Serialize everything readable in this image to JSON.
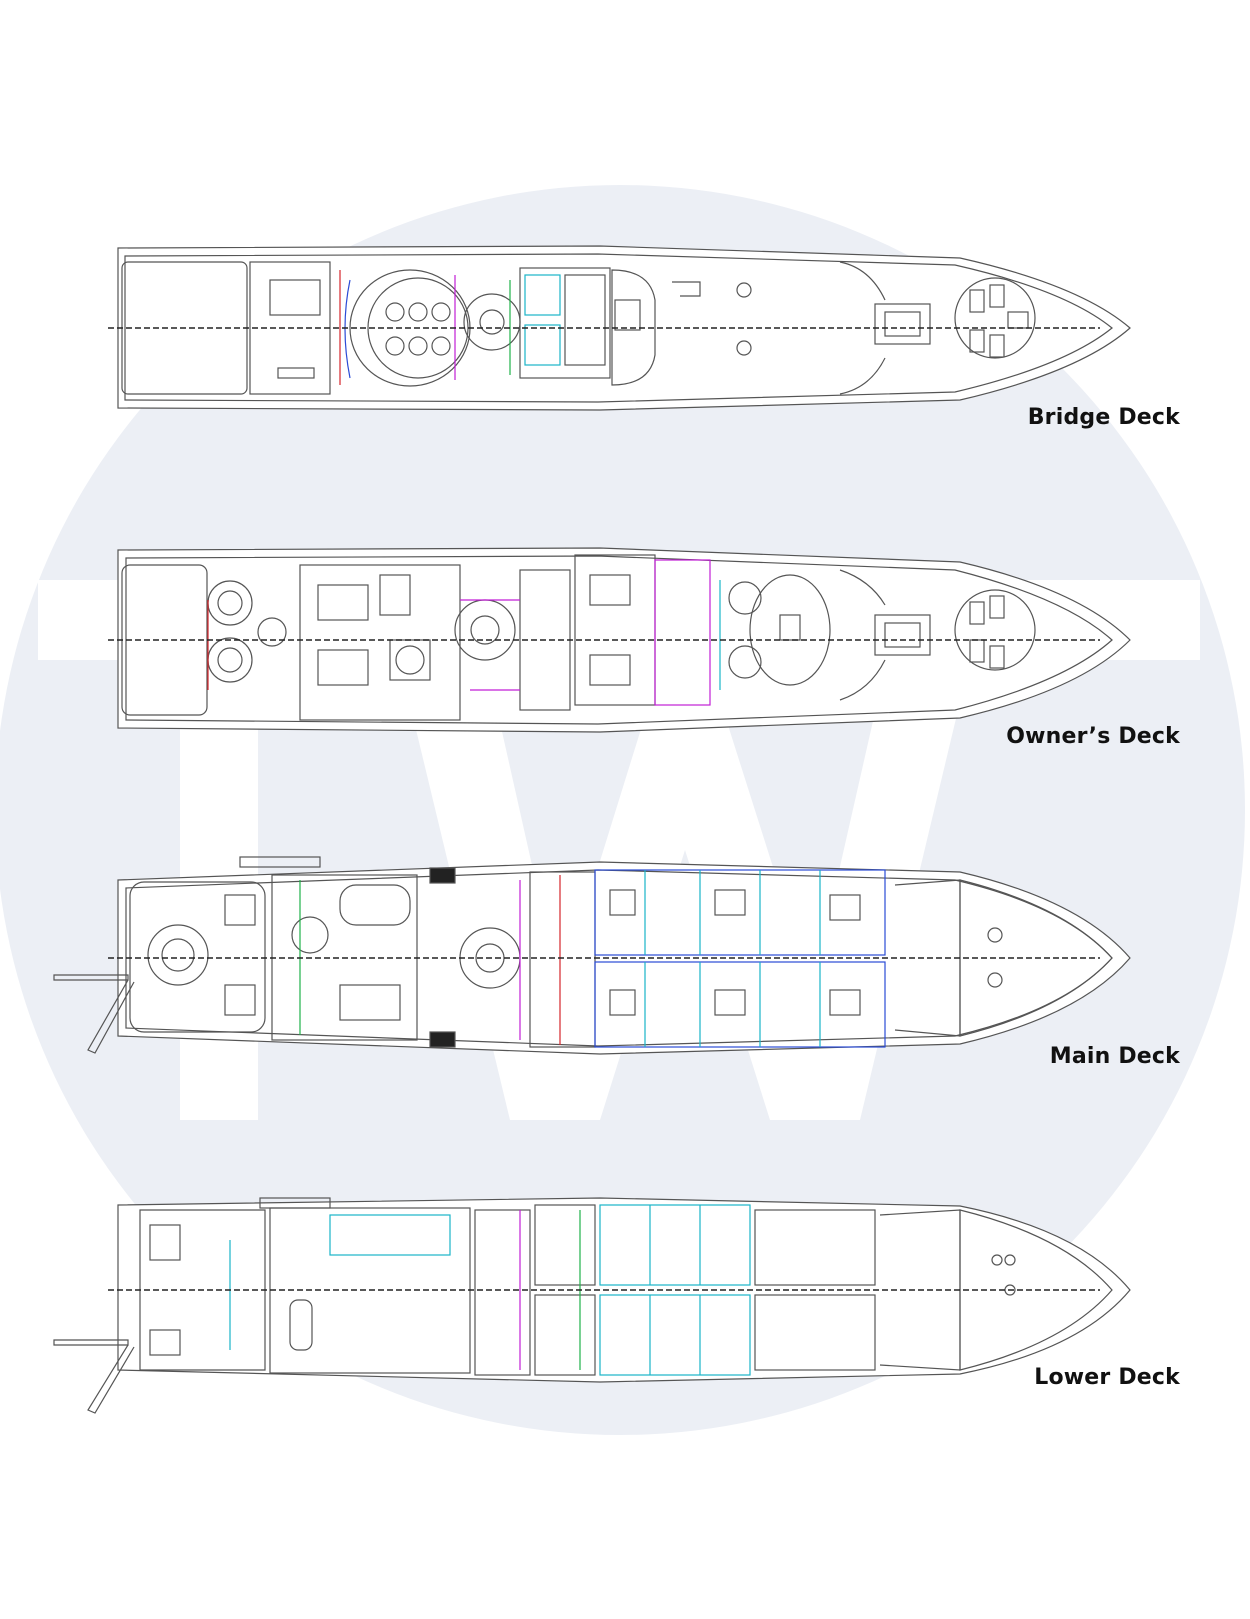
{
  "watermark": {
    "letters": "TW",
    "circle_color": "#eceff5"
  },
  "decks": [
    {
      "id": "bridge",
      "label": "Bridge Deck"
    },
    {
      "id": "owner",
      "label": "Owner’s Deck"
    },
    {
      "id": "main",
      "label": "Main Deck"
    },
    {
      "id": "lower",
      "label": "Lower Deck"
    }
  ],
  "colors": {
    "line": "#555555",
    "centerline": "#222222",
    "accent_cyan": "#19b5c8",
    "accent_magenta": "#c21ed6",
    "accent_red": "#d6262b",
    "accent_green": "#20b24a",
    "accent_blue": "#2a4bd6"
  }
}
